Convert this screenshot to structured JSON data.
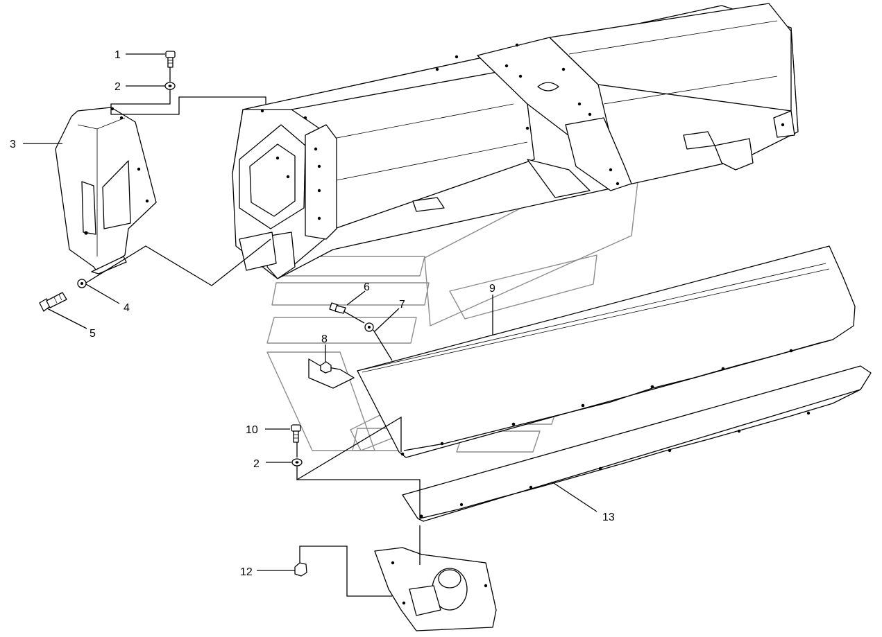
{
  "diagram": {
    "callouts": [
      {
        "id": "callout-1",
        "text": "1"
      },
      {
        "id": "callout-2-top",
        "text": "2"
      },
      {
        "id": "callout-3",
        "text": "3"
      },
      {
        "id": "callout-4",
        "text": "4"
      },
      {
        "id": "callout-5",
        "text": "5"
      },
      {
        "id": "callout-6",
        "text": "6"
      },
      {
        "id": "callout-7",
        "text": "7"
      },
      {
        "id": "callout-8",
        "text": "8"
      },
      {
        "id": "callout-9",
        "text": "9"
      },
      {
        "id": "callout-10",
        "text": "10"
      },
      {
        "id": "callout-2-bottom",
        "text": "2"
      },
      {
        "id": "callout-12",
        "text": "12"
      },
      {
        "id": "callout-13",
        "text": "13"
      }
    ],
    "colors": {
      "line": "#000000",
      "background": "#ffffff",
      "watermark": "#8c8c8c"
    }
  }
}
